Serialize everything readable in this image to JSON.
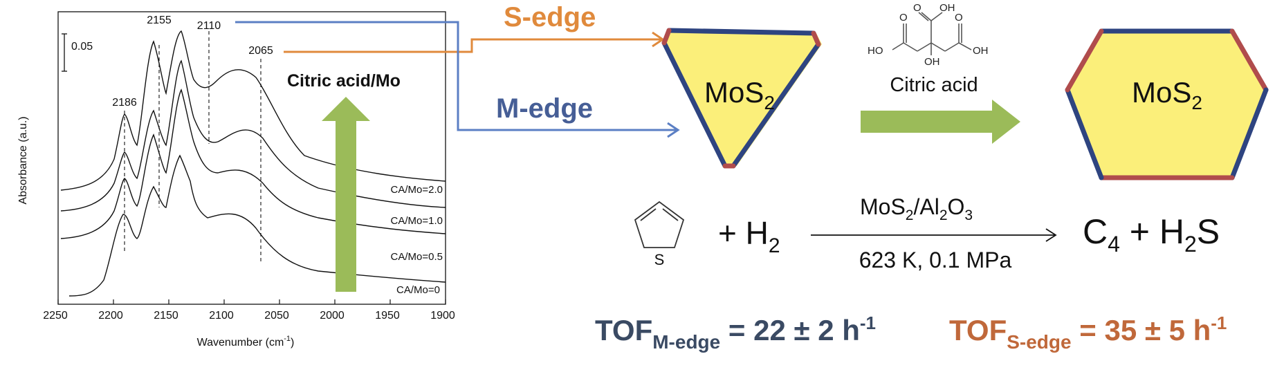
{
  "spectrum": {
    "y_axis_label": "Absorbance (a.u.)",
    "x_axis_label": "Wavenumber (cm",
    "x_axis_label_sup": "-1",
    "x_axis_label_close": ")",
    "scale_bar_label": "0.05",
    "x_ticks": [
      "2250",
      "2200",
      "2150",
      "2100",
      "2050",
      "2000",
      "1950",
      "1900"
    ],
    "peaks": [
      "2186",
      "2155",
      "2110",
      "2065"
    ],
    "traces": [
      "CA/Mo=2.0",
      "CA/Mo=1.0",
      "CA/Mo=0.5",
      "CA/Mo=0"
    ],
    "arrow_label": "Citric acid/Mo"
  },
  "edges": {
    "s_edge_label": "S-edge",
    "m_edge_label": "M-edge",
    "s_edge_color": "#e08a3c",
    "m_edge_color": "#5b7fc4"
  },
  "crystal": {
    "formula_base": "MoS",
    "formula_sub": "2",
    "fill_color": "#fbef7a",
    "m_edge_color": "#2e4480",
    "s_edge_color": "#b04c4c"
  },
  "citric_acid": {
    "label": "Citric acid",
    "oh_labels": [
      "OH",
      "HO",
      "OH",
      "OH"
    ],
    "o_labels": [
      "O",
      "O",
      "O"
    ]
  },
  "reaction": {
    "reactant": "+ H",
    "reactant_sub": "2",
    "thiophene_atom": "S",
    "catalyst_a": "MoS",
    "catalyst_a_sub": "2",
    "catalyst_b": "/Al",
    "catalyst_b_sub": "2",
    "catalyst_c": "O",
    "catalyst_c_sub": "3",
    "conditions": "623 K, 0.1 MPa",
    "product_a": "C",
    "product_a_sub": "4",
    "product_b": " + H",
    "product_b_sub": "2",
    "product_c": "S"
  },
  "tof": {
    "m_main": "TOF",
    "m_sub": "M-edge",
    "m_value": " = 22 ± 2 h",
    "m_sup": "-1",
    "s_main": "TOF",
    "s_sub": "S-edge",
    "s_value": " = 35 ± 5 h",
    "s_sup": "-1",
    "m_color": "#3a4a63",
    "s_color": "#c0683a"
  }
}
